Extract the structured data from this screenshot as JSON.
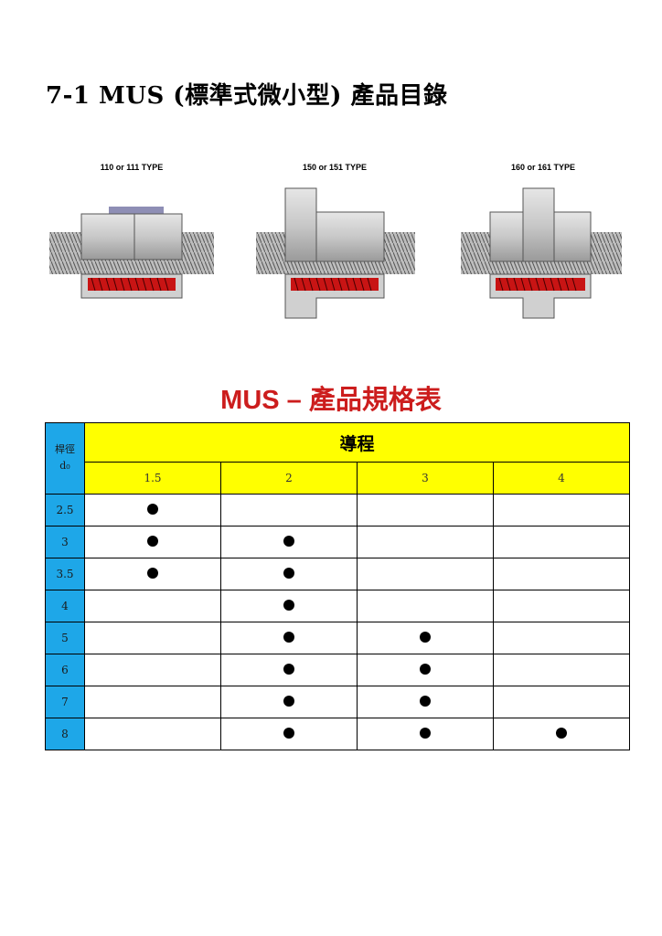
{
  "title": "7-1 MUS (標準式微小型)  產品目錄",
  "figures": [
    {
      "label": "110 or 111 TYPE",
      "icon": "ball-screw-nut-110-diagram"
    },
    {
      "label": "150 or 151 TYPE",
      "icon": "ball-screw-nut-150-diagram"
    },
    {
      "label": "160 or 161 TYPE",
      "icon": "ball-screw-nut-160-diagram"
    }
  ],
  "spec_title": "MUS –  產品規格表",
  "table": {
    "corner_line1": "桿徑",
    "corner_line2": "d₀",
    "lead_header": "導程",
    "leads": [
      "1.5",
      "2",
      "3",
      "4"
    ],
    "rows": [
      {
        "diameter": "2.5",
        "marks": [
          true,
          false,
          false,
          false
        ]
      },
      {
        "diameter": "3",
        "marks": [
          true,
          true,
          false,
          false
        ]
      },
      {
        "diameter": "3.5",
        "marks": [
          true,
          true,
          false,
          false
        ]
      },
      {
        "diameter": "4",
        "marks": [
          false,
          true,
          false,
          false
        ]
      },
      {
        "diameter": "5",
        "marks": [
          false,
          true,
          true,
          false
        ]
      },
      {
        "diameter": "6",
        "marks": [
          false,
          true,
          true,
          false
        ]
      },
      {
        "diameter": "7",
        "marks": [
          false,
          true,
          true,
          false
        ]
      },
      {
        "diameter": "8",
        "marks": [
          false,
          true,
          true,
          true
        ]
      }
    ]
  },
  "colors": {
    "accent_red": "#cc1d1d",
    "header_yellow": "#ffff00",
    "rowhead_blue": "#1ea7e8",
    "spring_red": "#c81414"
  }
}
